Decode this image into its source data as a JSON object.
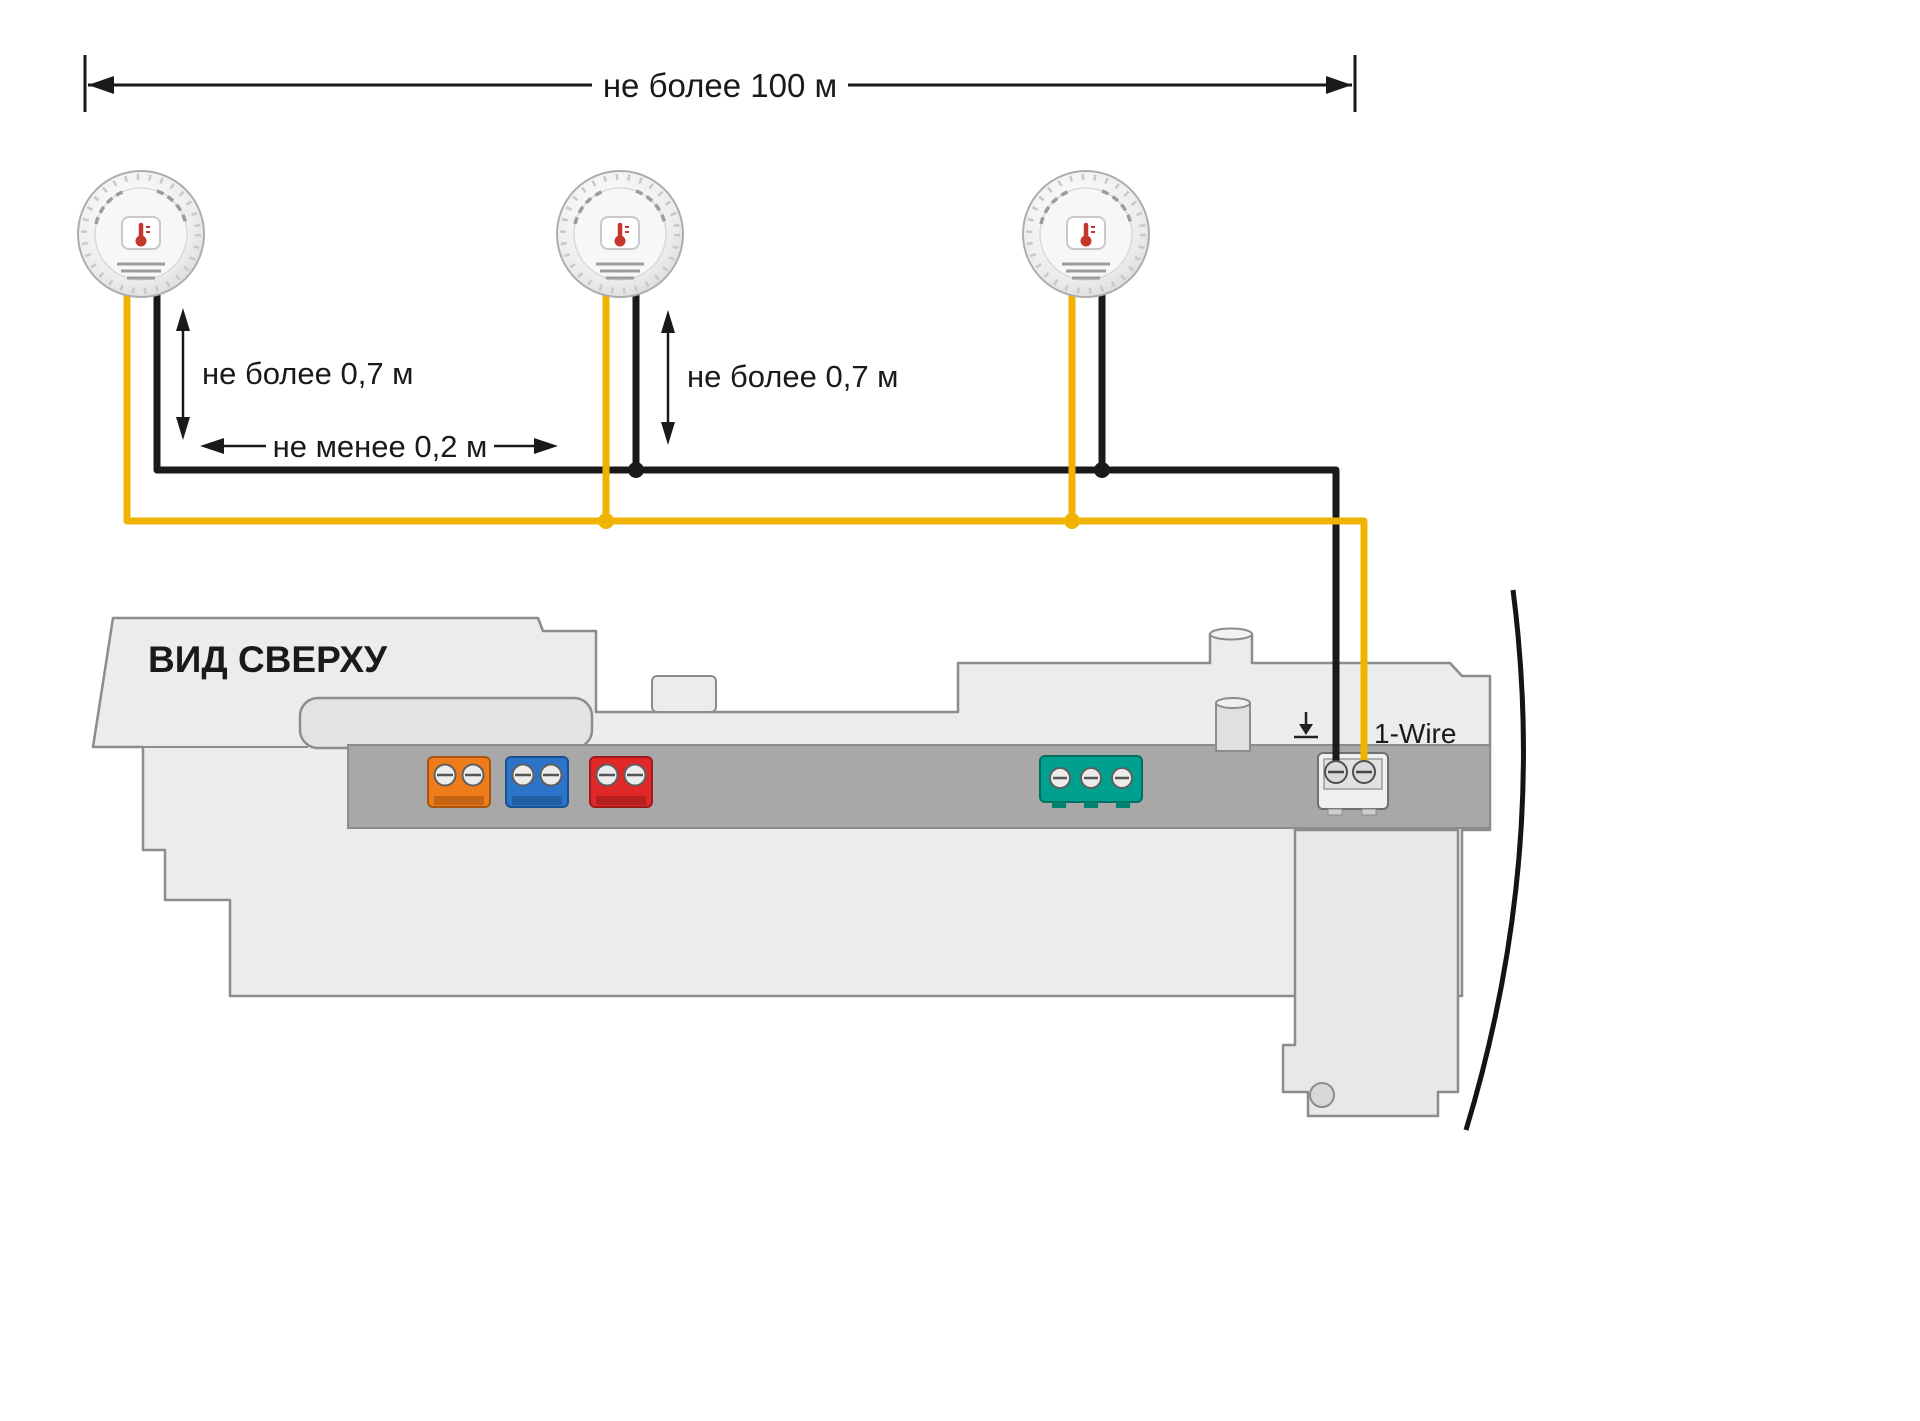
{
  "dimensions": {
    "total_length": "не более 100 м",
    "sensor_drop_1": "не более 0,7 м",
    "sensor_drop_2": "не более 0,7 м",
    "wire_spacing": "не менее 0,2 м"
  },
  "device": {
    "view_label": "ВИД СВЕРХУ",
    "bus_label": "1-Wire"
  },
  "sensors": {
    "count": 3
  },
  "icons": {
    "sensor_center": "thermometer-icon",
    "near_bus_terminal": "functional-earth-icon"
  },
  "colors": {
    "wire_data": "#1a1a1a",
    "wire_power": "#f0b400",
    "accent_orange": "#e8571c",
    "terminal_orange": "#ef7c1a",
    "terminal_blue": "#2b74c9",
    "terminal_red": "#e02828",
    "terminal_teal": "#00a08e"
  }
}
